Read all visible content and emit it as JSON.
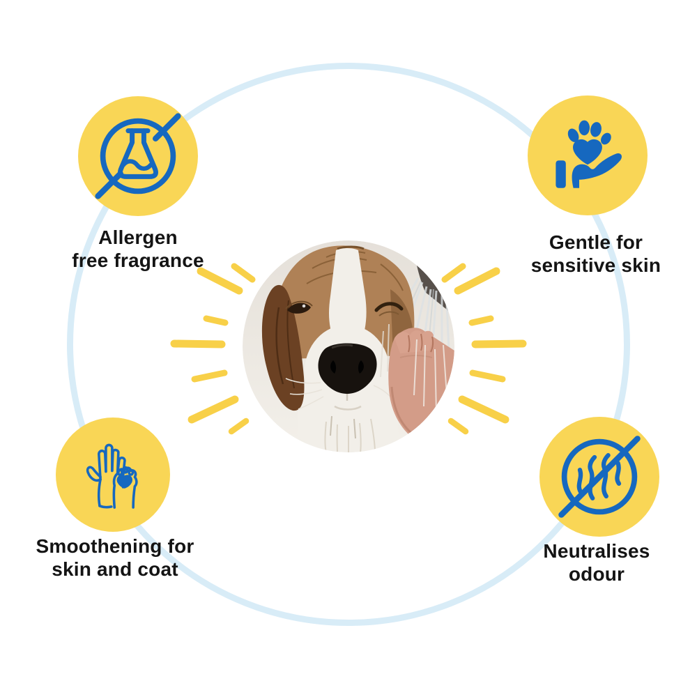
{
  "canvas": {
    "background": "#FFFFFF"
  },
  "colors": {
    "badge_yellow": "#F9D656",
    "ray_yellow": "#F8D048",
    "icon_blue": "#1668BF",
    "ring_light_blue": "#D8ECF7",
    "label_text": "#141414"
  },
  "features": [
    {
      "position": "top-left",
      "icon": "no-fragrance-flask-icon",
      "label": "Allergen\nfree fragrance"
    },
    {
      "position": "top-right",
      "icon": "paw-on-hand-icon",
      "label": "Gentle for\nsensitive skin"
    },
    {
      "position": "bottom-left",
      "icon": "hand-high-five-paw-icon",
      "label": "Smoothening for\nskin and coat"
    },
    {
      "position": "bottom-right",
      "icon": "no-odour-icon",
      "label": "Neutralises\nodour"
    }
  ],
  "center_image": {
    "description": "Circular photo of a winking beagle being rinsed with a hand-held shower while a hand cups its cheek"
  }
}
